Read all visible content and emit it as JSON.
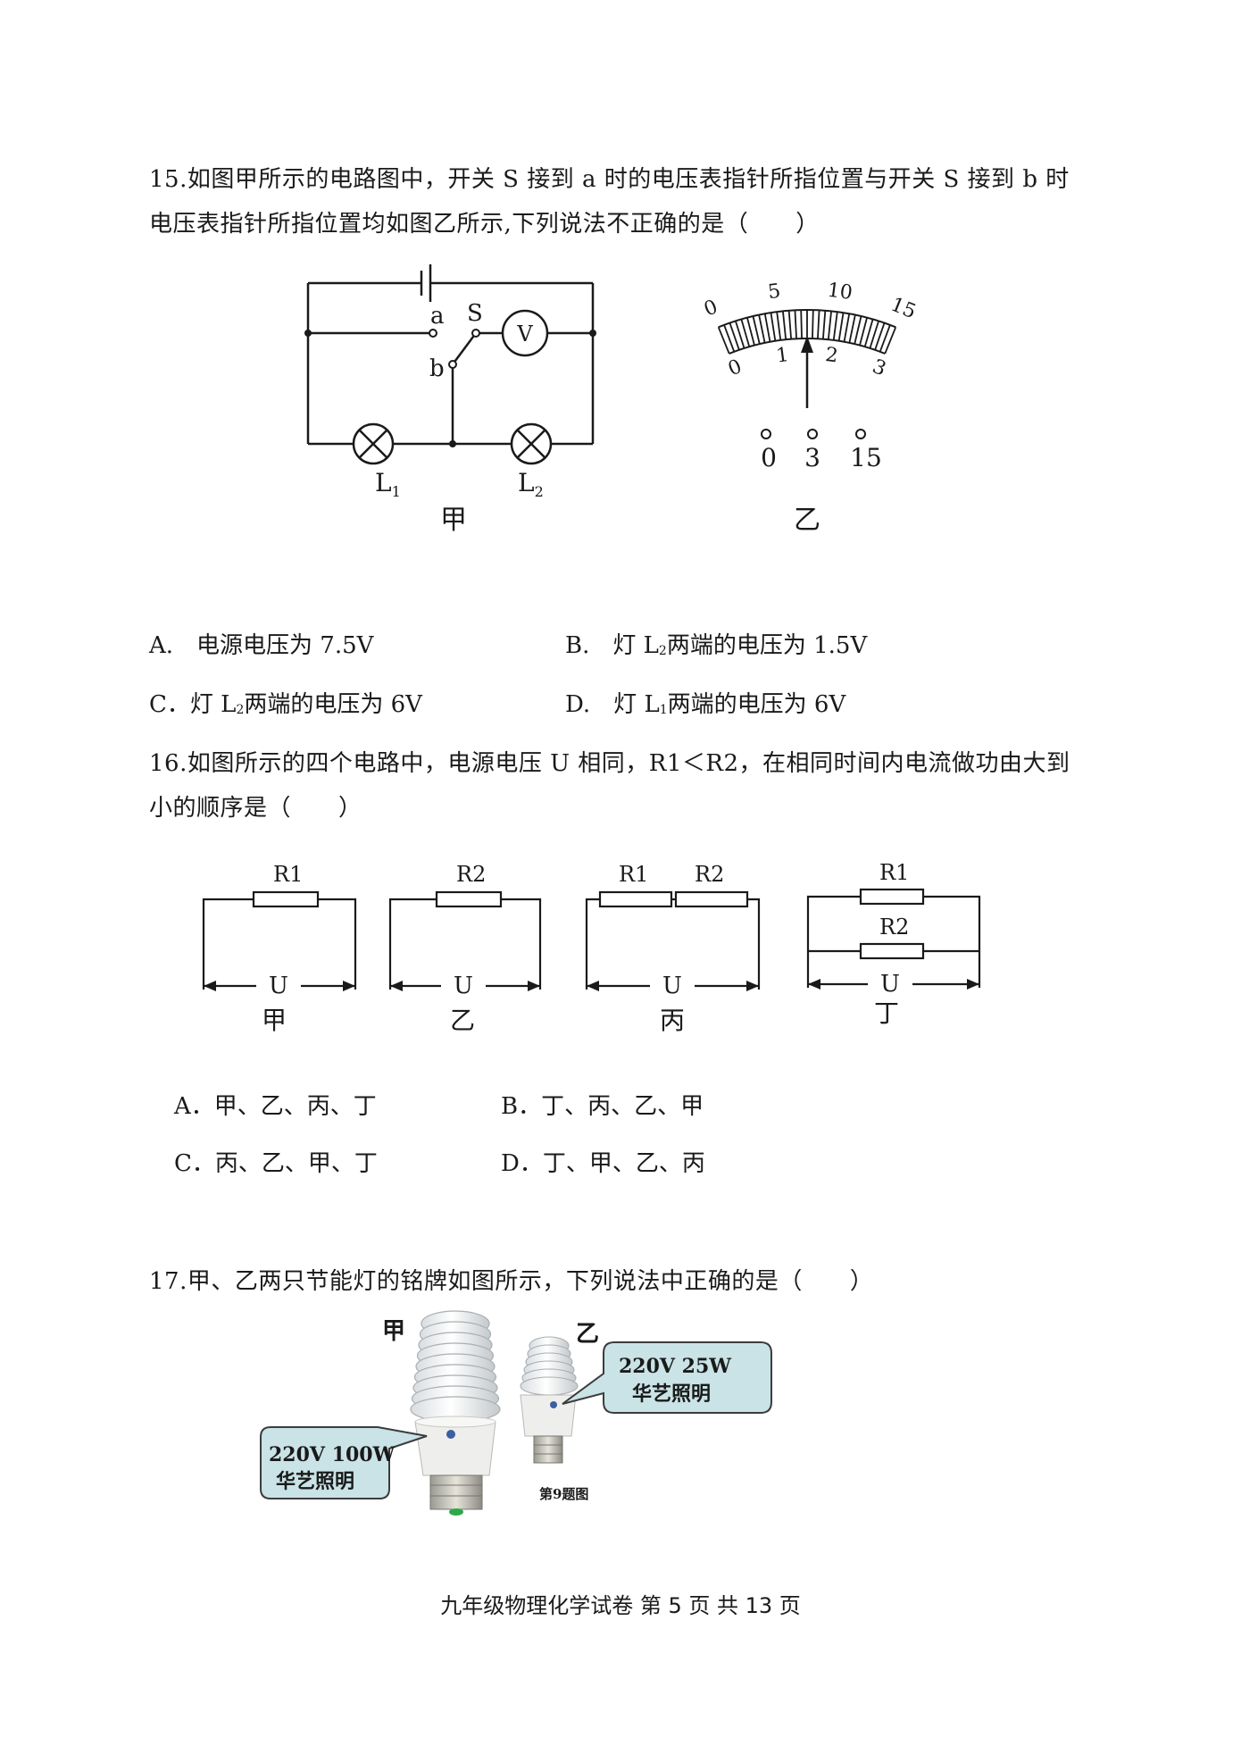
{
  "q15": {
    "line1": "15.如图甲所示的电路图中，开关 S 接到 a 时的电压表指针所指位置与开关 S 接到 b 时",
    "line2": "电压表指针所指位置均如图乙所示,下列说法不正确的是（　　）",
    "circuit": {
      "label_a": "a",
      "label_S": "S",
      "label_b": "b",
      "label_V": "V",
      "lamp1_main": "L",
      "lamp1_sub": "1",
      "lamp2_main": "L",
      "lamp2_sub": "2",
      "caption": "甲"
    },
    "meter": {
      "outer_ticks": [
        "0",
        "5",
        "10",
        "15"
      ],
      "inner_ticks": [
        "0",
        "1",
        "2",
        "3"
      ],
      "terminals": [
        "0",
        "3",
        "15"
      ],
      "caption": "乙"
    },
    "options": {
      "A": "A.　电源电压为 7.5V",
      "B_prefix": "B.　灯 L",
      "B_sub": "2",
      "B_suffix": "两端的电压为 1.5V",
      "C_prefix": "C．灯 L",
      "C_sub": "2",
      "C_suffix": "两端的电压为 6V",
      "D_prefix": "D.　灯 L",
      "D_sub": "1",
      "D_suffix": "两端的电压为 6V"
    }
  },
  "q16": {
    "line1": "16.如图所示的四个电路中，电源电压 U 相同，R1＜R2，在相同时间内电流做功由大到",
    "line2": "小的顺序是（　　）",
    "circuits": [
      {
        "resistors": [
          "R1"
        ],
        "u_label": "U",
        "caption": "甲"
      },
      {
        "resistors": [
          "R2"
        ],
        "u_label": "U",
        "caption": "乙"
      },
      {
        "resistors": [
          "R1",
          "R2"
        ],
        "u_label": "U",
        "caption": "丙"
      },
      {
        "resistors": [
          "R1",
          "R2"
        ],
        "u_label": "U",
        "caption": "丁"
      }
    ],
    "options": {
      "A": "A．甲、乙、丙、丁",
      "B": "B．丁、丙、乙、甲",
      "C": "C．丙、乙、甲、丁",
      "D": "D．丁、甲、乙、丙"
    }
  },
  "q17": {
    "line1": "17.甲、乙两只节能灯的铭牌如图所示，下列说法中正确的是（　　）",
    "photo": {
      "label_jia": "甲",
      "label_yi": "乙",
      "plate_jia_1": "220V 100W",
      "plate_jia_2": "华艺照明",
      "plate_yi_1": "220V 25W",
      "plate_yi_2": "华艺照明",
      "fig_label": "第9题图"
    }
  },
  "footer": "九年级物理化学试卷  第  5  页  共  13  页"
}
